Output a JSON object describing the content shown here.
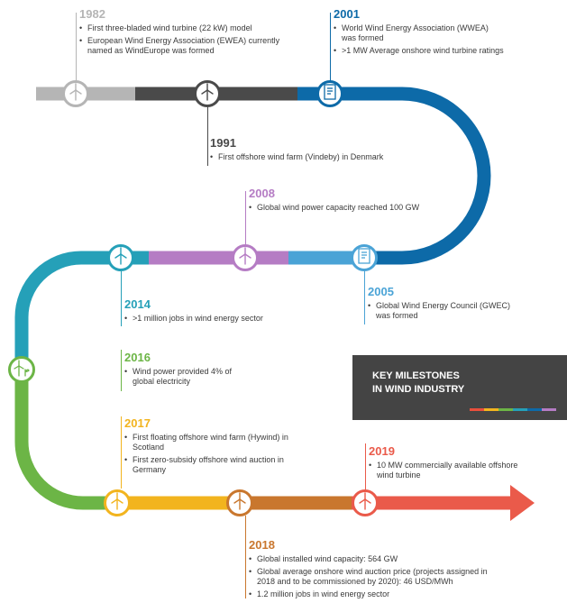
{
  "title": {
    "line1": "KEY MILESTONES",
    "line2": "IN WIND INDUSTRY"
  },
  "colors": {
    "grey": "#b5b5b5",
    "dark": "#4a4a4a",
    "blue": "#0d6aa8",
    "lightblue": "#4aa3d6",
    "purple": "#b57cc4",
    "teal": "#25a0b8",
    "green": "#6cb546",
    "yellow": "#f2b41e",
    "orange": "#c9772e",
    "red": "#ea5a4a"
  },
  "stripe_colors": [
    "#e94f3c",
    "#f2b41e",
    "#6cb546",
    "#25a0b8",
    "#0d6aa8",
    "#b57cc4"
  ],
  "milestones": [
    {
      "year": "1982",
      "color": "#b5b5b5",
      "items": [
        "First three-bladed wind turbine (22 kW) model",
        "European Wind Energy Association (EWEA) currently named as WindEurope was formed"
      ]
    },
    {
      "year": "1991",
      "color": "#4a4a4a",
      "items": [
        "First offshore wind farm (Vindeby) in Denmark"
      ]
    },
    {
      "year": "2001",
      "color": "#0d6aa8",
      "items": [
        "World Wind Energy Association (WWEA) was formed",
        ">1 MW Average onshore wind turbine ratings"
      ]
    },
    {
      "year": "2008",
      "color": "#b57cc4",
      "items": [
        "Global wind power capacity reached 100 GW"
      ]
    },
    {
      "year": "2005",
      "color": "#4aa3d6",
      "items": [
        "Global Wind Energy Council (GWEC) was formed"
      ]
    },
    {
      "year": "2014",
      "color": "#25a0b8",
      "items": [
        ">1 million jobs in wind energy sector"
      ]
    },
    {
      "year": "2016",
      "color": "#6cb546",
      "items": [
        "Wind power provided 4% of global electricity"
      ]
    },
    {
      "year": "2017",
      "color": "#f2b41e",
      "items": [
        "First floating offshore wind farm (Hywind) in Scotland",
        "First zero-subsidy offshore wind auction in Germany"
      ]
    },
    {
      "year": "2019",
      "color": "#ea5a4a",
      "items": [
        "10 MW commercially available offshore wind turbine"
      ]
    },
    {
      "year": "2018",
      "color": "#c9772e",
      "items": [
        "Global installed wind capacity: 564 GW",
        "Global average onshore wind auction price (projects assigned in 2018 and to be commissioned by 2020): 46 USD/MWh",
        "1.2 million jobs in wind energy sector"
      ]
    }
  ],
  "nodes": [
    {
      "name": "node-1982",
      "icon": "turbine-icon",
      "color": "#b5b5b5"
    },
    {
      "name": "node-1991",
      "icon": "turbine-icon",
      "color": "#4a4a4a"
    },
    {
      "name": "node-2001",
      "icon": "document-icon",
      "color": "#0d6aa8"
    },
    {
      "name": "node-2014",
      "icon": "turbine-icon",
      "color": "#25a0b8"
    },
    {
      "name": "node-2008",
      "icon": "turbine-icon",
      "color": "#b57cc4"
    },
    {
      "name": "node-2005",
      "icon": "document-icon",
      "color": "#4aa3d6"
    },
    {
      "name": "node-2016",
      "icon": "turbine-plant-icon",
      "color": "#6cb546"
    },
    {
      "name": "node-2017",
      "icon": "turbine-icon",
      "color": "#f2b41e"
    },
    {
      "name": "node-2018",
      "icon": "turbine-icon",
      "color": "#c9772e"
    },
    {
      "name": "node-2019",
      "icon": "turbine-icon",
      "color": "#ea5a4a"
    }
  ]
}
